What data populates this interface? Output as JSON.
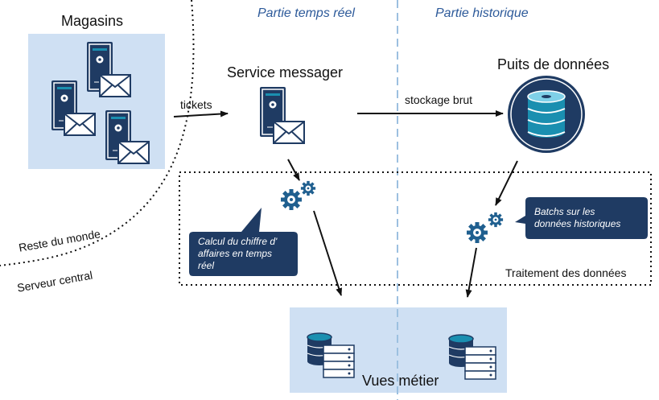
{
  "sections": {
    "realtime": "Partie temps réel",
    "historical": "Partie historique"
  },
  "nodes": {
    "stores": "Magasins",
    "messenger": "Service messager",
    "datalake": "Puits de données",
    "views": "Vues métier",
    "processing": "Traitement des données"
  },
  "edges": {
    "tickets": "tickets",
    "raw_storage": "stockage brut"
  },
  "callouts": {
    "realtime_revenue": [
      "Calcul du chiffre d'",
      "affaires en temps",
      "réel"
    ],
    "historical_batch": [
      "Batchs sur les",
      "données historiques"
    ]
  },
  "zones": {
    "rest_of_world": "Reste du monde",
    "central_server": "Serveur central"
  },
  "colors": {
    "panel": "#cfe0f3",
    "dark": "#1f3b63",
    "teal": "#1a8fb0",
    "divider": "#9cc0e0",
    "section_text": "#2d5a9a"
  }
}
